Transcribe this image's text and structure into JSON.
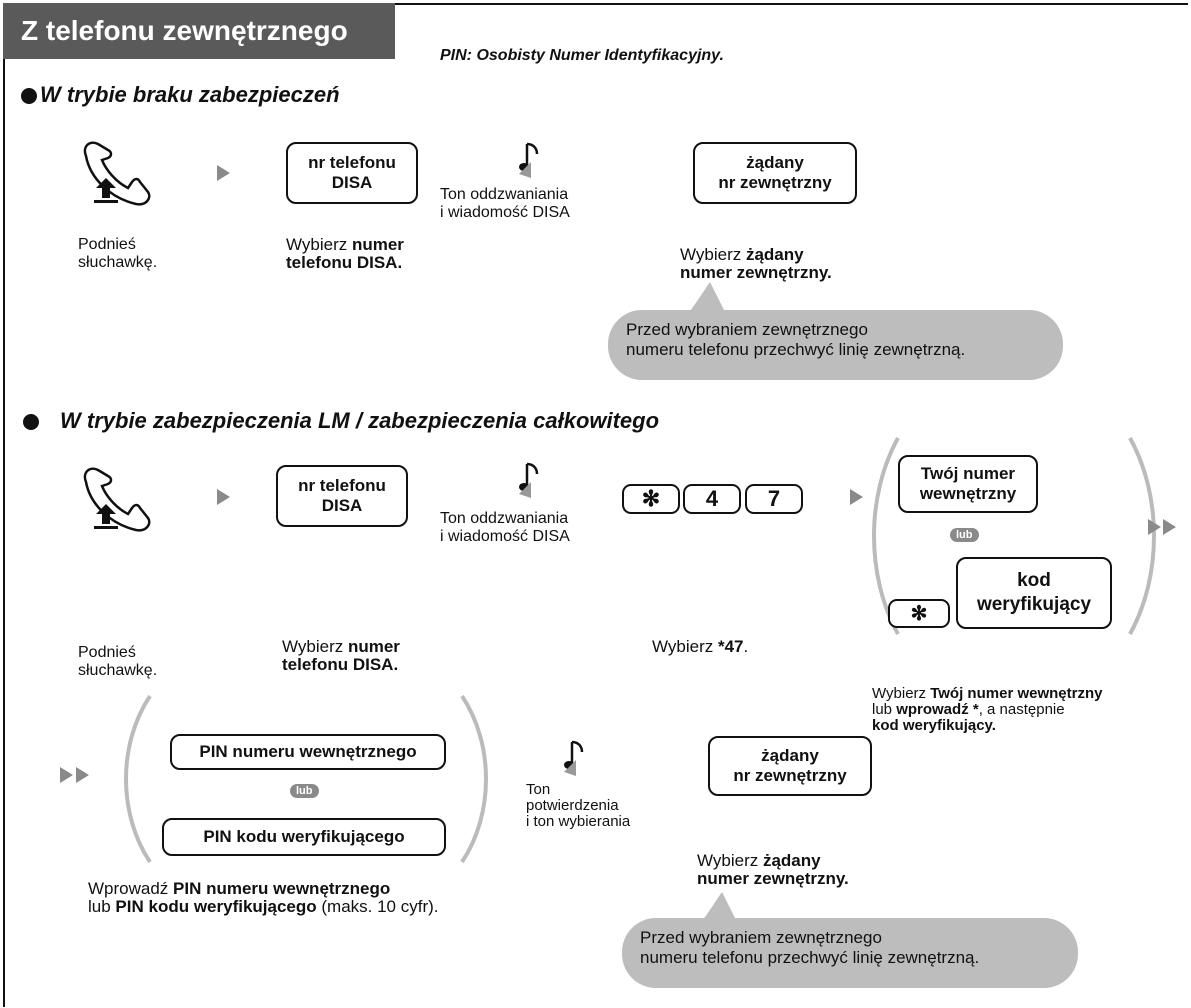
{
  "header": {
    "title": "Z telefonu zewnętrznego",
    "pin_note": "PIN: Osobisty Numer Identyfikacyjny."
  },
  "section1": {
    "heading": "W trybie braku zabezpieczeń",
    "disa_box": "nr telefonu\nDISA",
    "tone_label": "Ton oddzwaniania\ni wiadomość DISA",
    "target_box": "żądany\nnr zewnętrzny",
    "step1_caption": "Podnieś\nsłuchawkę.",
    "step2_prefix": "Wybierz ",
    "step2_bold1": "numer",
    "step2_bold2": "telefonu DISA.",
    "step3_prefix": "Wybierz ",
    "step3_bold1": "żądany",
    "step3_bold2": "numer zewnętrzny.",
    "bubble": "Przed wybraniem zewnętrznego\nnumeru telefonu przechwyć linię zewnętrzną."
  },
  "section2": {
    "heading": "W trybie zabezpieczenia LM / zabezpieczenia całkowitego",
    "disa_box": "nr telefonu\nDISA",
    "tone_label": "Ton oddzwaniania\ni wiadomość DISA",
    "keys": [
      "✻",
      "4",
      "7"
    ],
    "ext_box": "Twój numer\nwewnętrzny",
    "lub": "lub",
    "star_key": "✻",
    "verify_box": "kod\nweryfikujący",
    "step1_caption": "Podnieś\nsłuchawkę.",
    "step2_prefix": "Wybierz ",
    "step2_bold1": "numer",
    "step2_bold2": "telefonu DISA.",
    "step3_prefix": "Wybierz  ",
    "step3_bold": "*47",
    "step3_suffix": ".",
    "step4_prefix": "Wybierz ",
    "step4_bold1": "Twój numer wewnętrzny",
    "step4_line2_prefix": "lub ",
    "step4_bold2": "wprowadź *",
    "step4_line2_suffix": ", a następnie",
    "step4_bold3": "kod weryfikujący."
  },
  "section3": {
    "pin_ext_box": "PIN numeru wewnętrznego",
    "lub": "lub",
    "pin_verify_box": "PIN kodu weryfikującego",
    "tone_label": "Ton\npotwierdzenia\ni ton  wybierania",
    "target_box": "żądany\nnr zewnętrzny",
    "caption_prefix": "Wprowadź ",
    "caption_bold1": "PIN numeru wewnętrznego",
    "caption_line2_prefix": "lub ",
    "caption_bold2": "PIN kodu weryfikującego",
    "caption_line2_suffix": " (maks. 10 cyfr).",
    "step_prefix": "Wybierz ",
    "step_bold1": "żądany",
    "step_bold2": "numer zewnętrzny.",
    "bubble": "Przed wybraniem zewnętrznego\nnumeru telefonu przechwyć linię zewnętrzną."
  }
}
